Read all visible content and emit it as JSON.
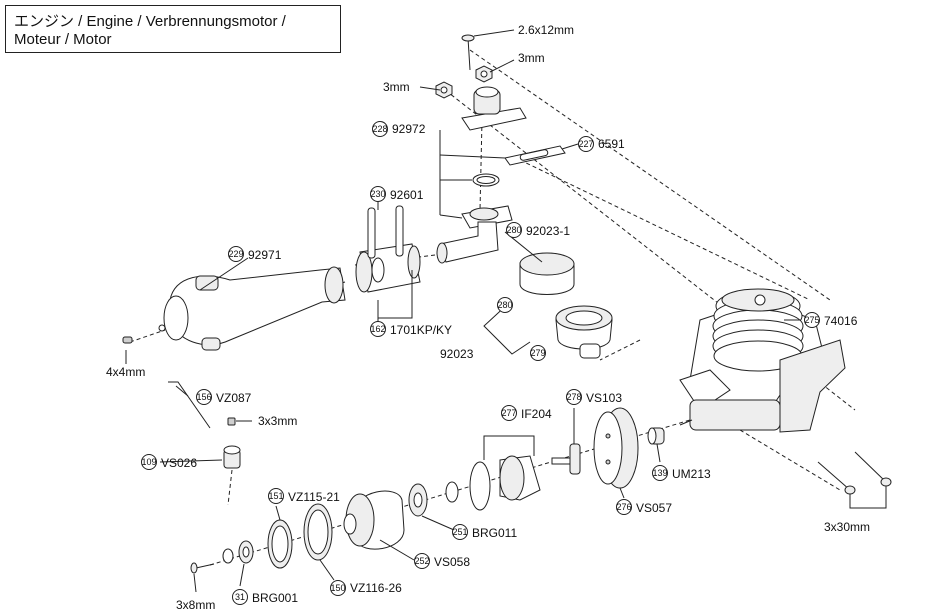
{
  "title": {
    "line1": "エンジン /  Engine / Verbrennungsmotor /",
    "line2": "Moteur / Motor"
  },
  "callouts": [
    {
      "id": "screw_top",
      "num": "",
      "label": "2.6x12mm"
    },
    {
      "id": "nut_right",
      "num": "",
      "label": "3mm"
    },
    {
      "id": "nut_left",
      "num": "",
      "label": "3mm"
    },
    {
      "id": "c228",
      "num": "228",
      "label": "92972"
    },
    {
      "id": "c227",
      "num": "227",
      "label": "6591"
    },
    {
      "id": "c230",
      "num": "230",
      "label": "92601"
    },
    {
      "id": "c280a",
      "num": "280",
      "label": "92023-1"
    },
    {
      "id": "c229",
      "num": "229",
      "label": "92971"
    },
    {
      "id": "c280b",
      "num": "280",
      "label": ""
    },
    {
      "id": "c279",
      "num": "279",
      "label": ""
    },
    {
      "id": "g92023",
      "num": "",
      "label": "92023"
    },
    {
      "id": "c275",
      "num": "275",
      "label": "74016"
    },
    {
      "id": "c162",
      "num": "162",
      "label": "1701KP/KY"
    },
    {
      "id": "s4x4",
      "num": "",
      "label": "4x4mm"
    },
    {
      "id": "c156",
      "num": "156",
      "label": "VZ087"
    },
    {
      "id": "s3x3",
      "num": "",
      "label": "3x3mm"
    },
    {
      "id": "c109",
      "num": "109",
      "label": "VS026"
    },
    {
      "id": "c277",
      "num": "277",
      "label": "IF204"
    },
    {
      "id": "c278",
      "num": "278",
      "label": "VS103"
    },
    {
      "id": "c139",
      "num": "139",
      "label": "UM213"
    },
    {
      "id": "c276",
      "num": "276",
      "label": "VS057"
    },
    {
      "id": "c151",
      "num": "151",
      "label": "VZ115-21"
    },
    {
      "id": "c251",
      "num": "251",
      "label": "BRG011"
    },
    {
      "id": "c252",
      "num": "252",
      "label": "VS058"
    },
    {
      "id": "c150",
      "num": "150",
      "label": "VZ116-26"
    },
    {
      "id": "c31",
      "num": "31",
      "label": "BRG001"
    },
    {
      "id": "s3x8",
      "num": "",
      "label": "3x8mm"
    },
    {
      "id": "s3x30",
      "num": "",
      "label": "3x30mm"
    }
  ]
}
